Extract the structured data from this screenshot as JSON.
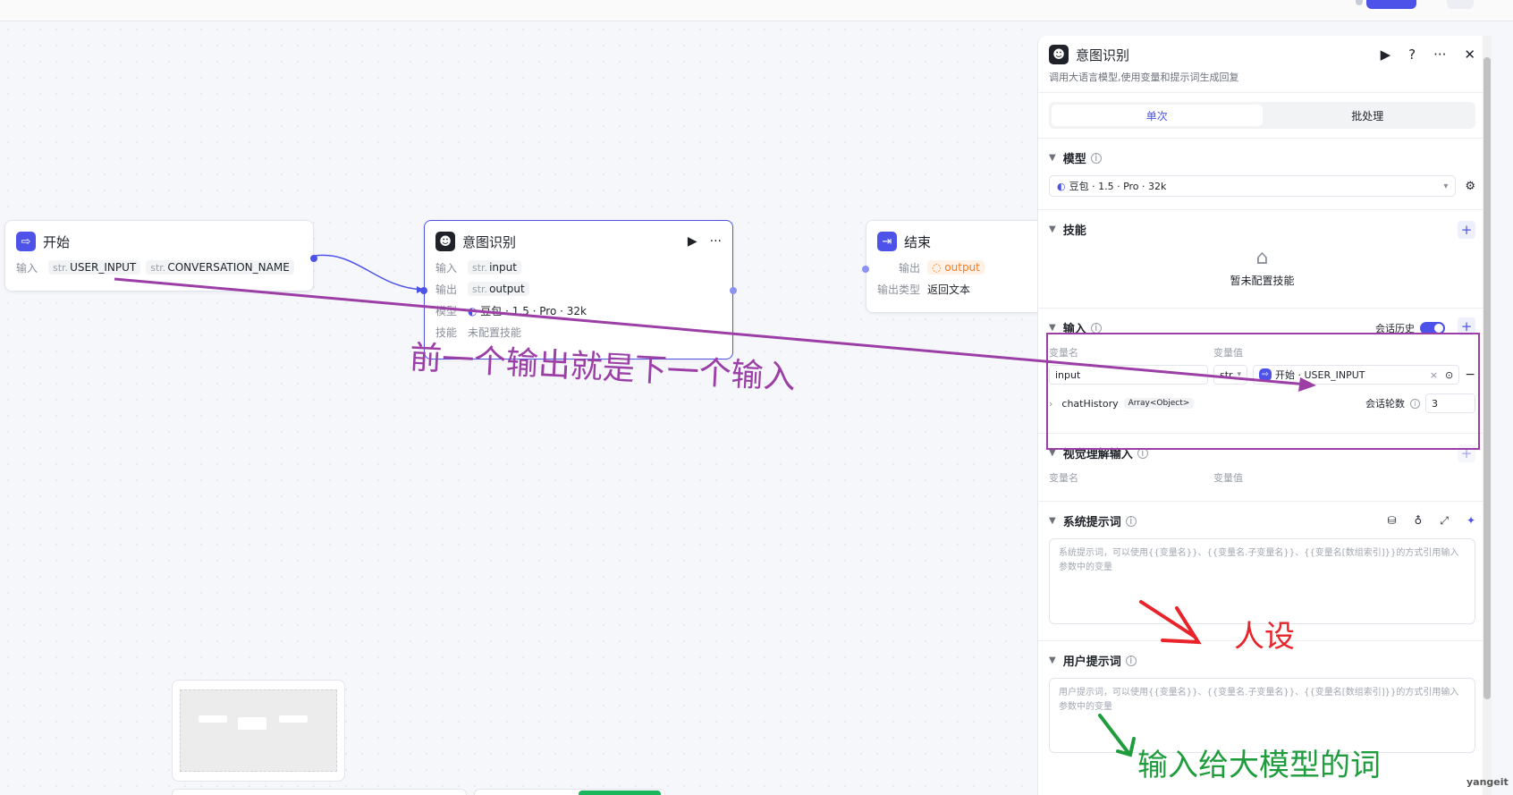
{
  "colors": {
    "accent": "#4d53e8",
    "annotation_purple": "#9b3fa6",
    "annotation_red": "#e8232a",
    "annotation_green": "#1f9d3d"
  },
  "canvas": {
    "start_node": {
      "title": "开始",
      "input_label": "输入",
      "params": [
        {
          "type": "str.",
          "name": "USER_INPUT"
        },
        {
          "type": "str.",
          "name": "CONVERSATION_NAME"
        }
      ]
    },
    "intent_node": {
      "title": "意图识别",
      "rows": [
        {
          "label": "输入",
          "type": "str.",
          "value": "input"
        },
        {
          "label": "输出",
          "type": "str.",
          "value": "output"
        },
        {
          "label": "模型",
          "value": "豆包 · 1.5 · Pro · 32k"
        },
        {
          "label": "技能",
          "value": "未配置技能"
        }
      ]
    },
    "end_node": {
      "title": "结束",
      "output_label": "输出",
      "output_value": "output",
      "type_label": "输出类型",
      "type_value": "返回文本"
    }
  },
  "annotations": {
    "flow_note": "前一个输出就是下一个输入",
    "persona_note": "人设",
    "user_prompt_note": "输入给大模型的词"
  },
  "panel": {
    "title": "意图识别",
    "description": "调用大语言模型,使用变量和提示词生成回复",
    "tabs": [
      "单次",
      "批处理"
    ],
    "model_section": {
      "title": "模型",
      "selected": "豆包 · 1.5 · Pro · 32k"
    },
    "skills_section": {
      "title": "技能",
      "empty_text": "暂未配置技能"
    },
    "input_section": {
      "title": "输入",
      "history_label": "会话历史",
      "col_name": "变量名",
      "col_value": "变量值",
      "var_name": "input",
      "var_type": "str.",
      "var_ref": "开始 · USER_INPUT",
      "history_var": "chatHistory",
      "history_type": "Array<Object>",
      "rounds_label": "会话轮数",
      "rounds_value": "3"
    },
    "vision_section": {
      "title": "视觉理解输入",
      "col_name": "变量名",
      "col_value": "变量值"
    },
    "system_prompt": {
      "title": "系统提示词",
      "placeholder": "系统提示词，可以使用{{变量名}}、{{变量名.子变量名}}、{{变量名[数组索引]}}的方式引用输入参数中的变量"
    },
    "user_prompt": {
      "title": "用户提示词",
      "placeholder": "用户提示词，可以使用{{变量名}}、{{变量名.子变量名}}、{{变量名[数组索引]}}的方式引用输入参数中的变量"
    }
  },
  "watermark": "yangeit"
}
